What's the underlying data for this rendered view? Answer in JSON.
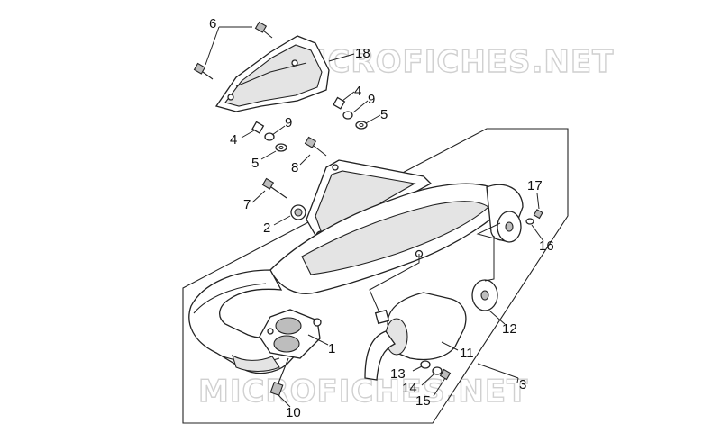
{
  "watermark": "MICROFICHES.NET",
  "callouts": [
    {
      "id": "c1",
      "text": "1"
    },
    {
      "id": "c2",
      "text": "2"
    },
    {
      "id": "c3",
      "text": "3"
    },
    {
      "id": "c4a",
      "text": "4"
    },
    {
      "id": "c4b",
      "text": "4"
    },
    {
      "id": "c5a",
      "text": "5"
    },
    {
      "id": "c5b",
      "text": "5"
    },
    {
      "id": "c6",
      "text": "6"
    },
    {
      "id": "c7",
      "text": "7"
    },
    {
      "id": "c8",
      "text": "8"
    },
    {
      "id": "c9a",
      "text": "9"
    },
    {
      "id": "c9b",
      "text": "9"
    },
    {
      "id": "c10",
      "text": "10"
    },
    {
      "id": "c11",
      "text": "11"
    },
    {
      "id": "c12",
      "text": "12"
    },
    {
      "id": "c13",
      "text": "13"
    },
    {
      "id": "c14",
      "text": "14"
    },
    {
      "id": "c15",
      "text": "15"
    },
    {
      "id": "c16",
      "text": "16"
    },
    {
      "id": "c17",
      "text": "17"
    },
    {
      "id": "c18",
      "text": "18"
    }
  ]
}
